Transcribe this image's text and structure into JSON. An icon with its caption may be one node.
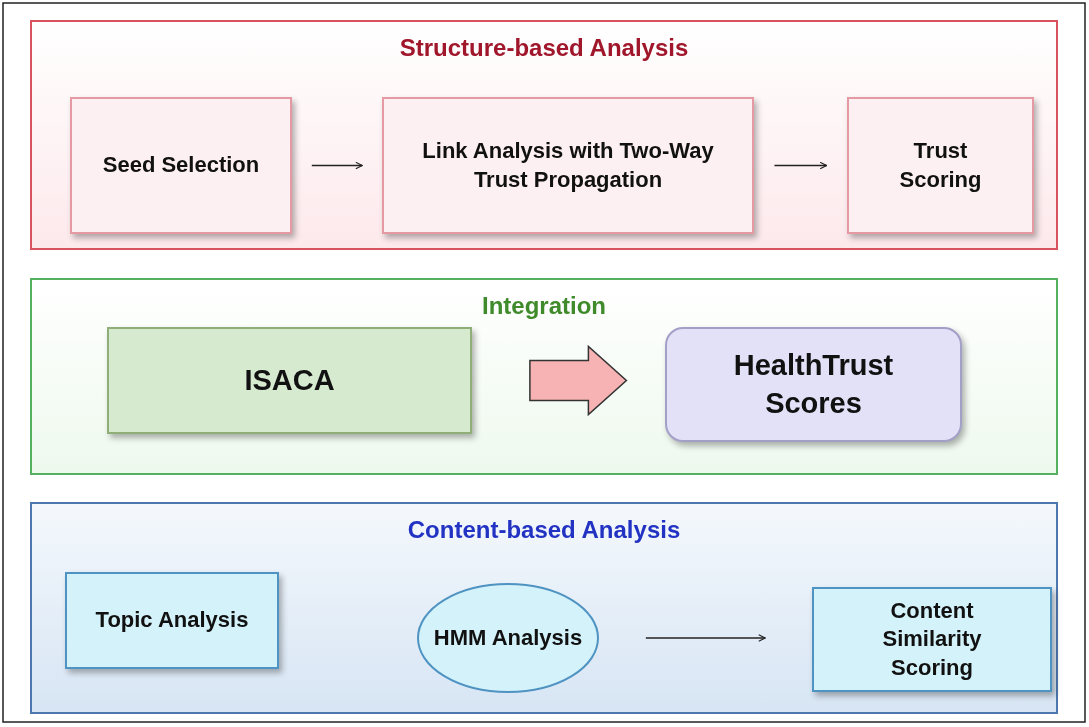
{
  "diagram": {
    "nodes": [
      {
        "text": [
          "Structure-based Analysis"
        ]
      },
      {
        "text": [
          "Seed Selection"
        ],
        "in": 0
      },
      {
        "text": [
          "Link Analysis with Two-Way Trust Propagation"
        ],
        "in": 0
      },
      {
        "text": [
          "Trust Scoring"
        ],
        "in": 0
      },
      {
        "text": [
          "Integration"
        ]
      },
      {
        "text": [
          "ISACA"
        ],
        "in": 4
      },
      {
        "text": [
          "HealthTrust Scores"
        ],
        "in": 4
      },
      {
        "text": [
          "Content-based Analysis"
        ]
      },
      {
        "text": [
          "Topic Analysis"
        ],
        "in": 7
      },
      {
        "text": [
          "HMM Analysis"
        ],
        "in": 7
      },
      {
        "text": [
          "Content Similarity Scoring"
        ],
        "in": 7
      }
    ],
    "edges": [
      {
        "from": 1,
        "to": 2,
        "arrow": "to"
      },
      {
        "from": 2,
        "to": 3,
        "arrow": "to"
      },
      {
        "from": 5,
        "to": 6,
        "arrow": "to",
        "style": "thick",
        "color": "#f7b3b3"
      },
      {
        "from": 9,
        "to": 10,
        "arrow": "to"
      }
    ]
  }
}
